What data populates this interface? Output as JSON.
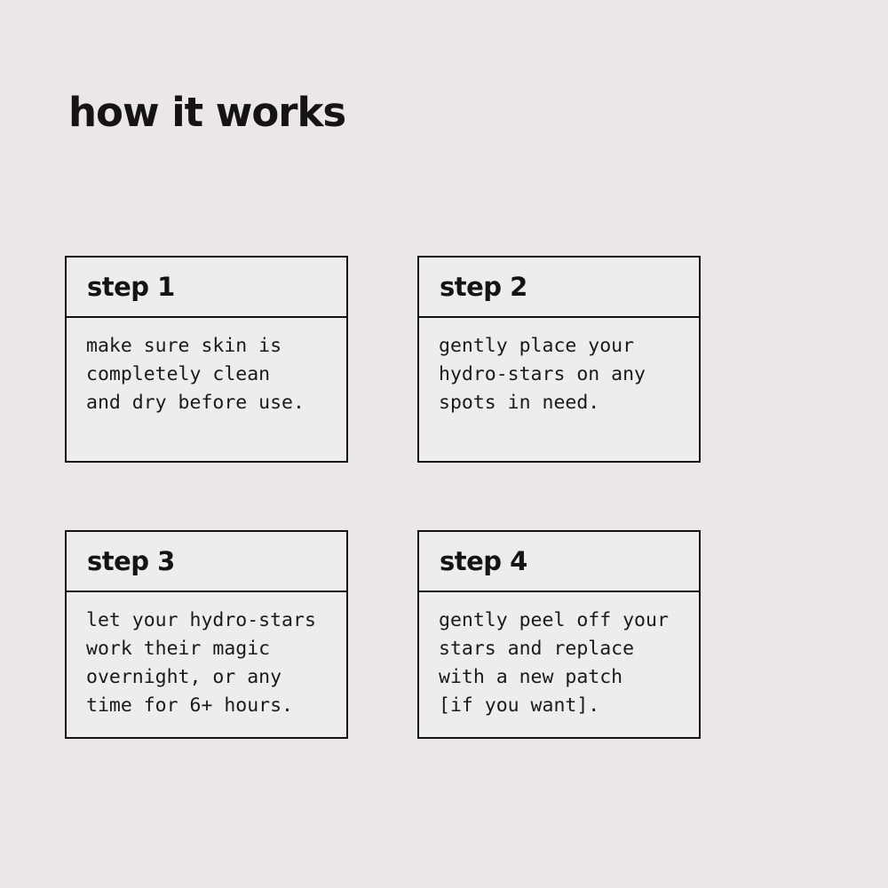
{
  "page": {
    "title": "how it works",
    "background_color": "#eae7e6",
    "card_background_color": "#efedec",
    "border_color": "#131313",
    "text_color": "#161413"
  },
  "steps": [
    {
      "label": "step 1",
      "body": "make sure skin is\ncompletely clean\nand dry before use."
    },
    {
      "label": "step 2",
      "body": "gently place your\nhydro-stars on any\nspots in need."
    },
    {
      "label": "step 3",
      "body": "let your hydro-stars\nwork their magic\novernight, or any\ntime for 6+ hours."
    },
    {
      "label": "step 4",
      "body": "gently peel off your\nstars and replace\nwith a new patch\n[if you want]."
    }
  ]
}
